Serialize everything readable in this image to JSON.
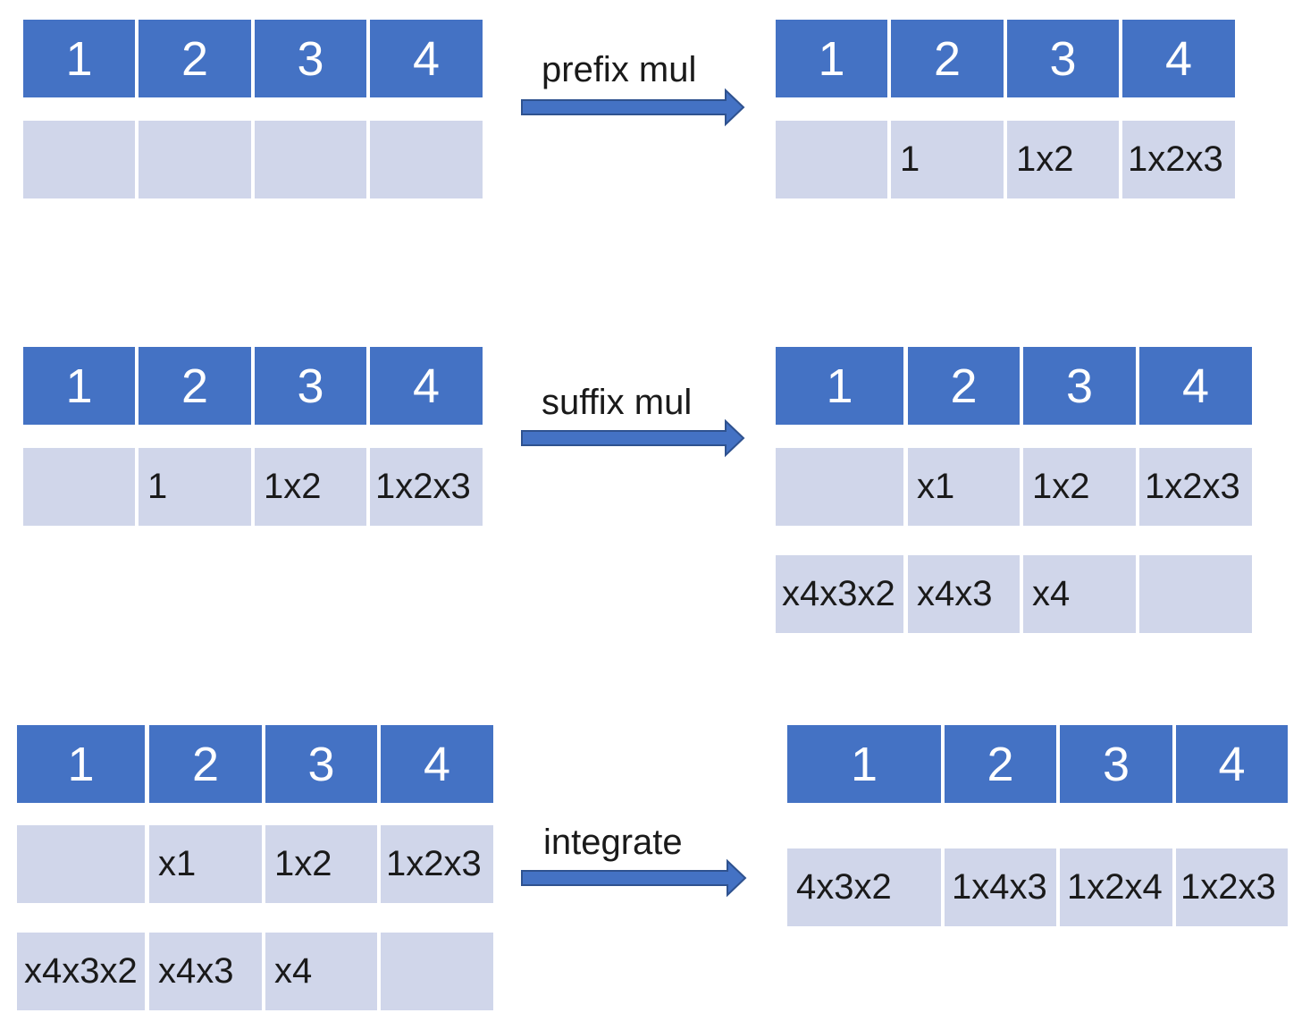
{
  "colors": {
    "header": "#4472c4",
    "cell": "#d0d6ea",
    "arrow": "#4472c4",
    "arrow_outline": "#2f528f"
  },
  "headers": [
    "1",
    "2",
    "3",
    "4"
  ],
  "step1": {
    "input_row": [
      "",
      "",
      "",
      ""
    ],
    "operation": "prefix mul",
    "output_row": [
      "",
      "1",
      "1x2",
      "1x2x3"
    ]
  },
  "step2": {
    "input_row": [
      "",
      "1",
      "1x2",
      "1x2x3"
    ],
    "operation": "suffix mul",
    "output_row1": [
      "",
      "x1",
      "1x2",
      "1x2x3"
    ],
    "output_row2": [
      "x4x3x2",
      "x4x3",
      "x4",
      ""
    ]
  },
  "step3": {
    "input_row1": [
      "",
      "x1",
      "1x2",
      "1x2x3"
    ],
    "input_row2": [
      "x4x3x2",
      "x4x3",
      "x4",
      ""
    ],
    "operation": "integrate",
    "output_row": [
      "4x3x2",
      "1x4x3",
      "1x2x4",
      "1x2x3"
    ]
  }
}
